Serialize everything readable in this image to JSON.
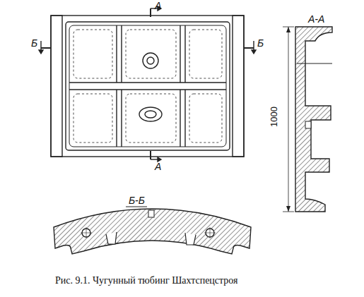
{
  "diagram": {
    "caption": "Рис. 9.1. Чугунный тюбинг Шахтспецстроя",
    "labels": [
      "А",
      "А",
      "Б",
      "Б",
      "А-А",
      "1000",
      "Б-Б"
    ]
  }
}
